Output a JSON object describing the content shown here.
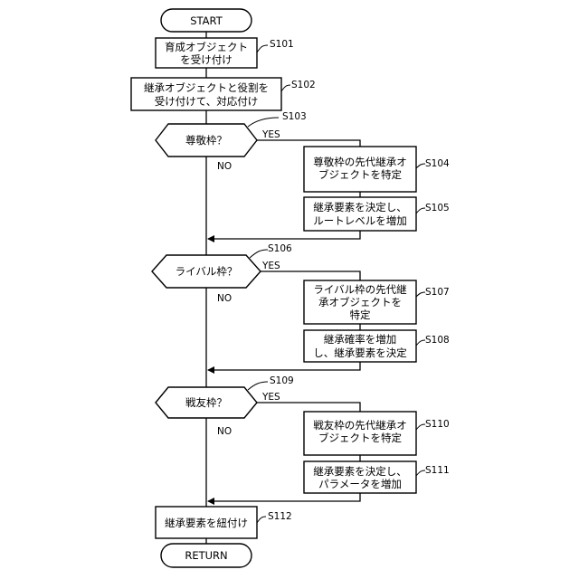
{
  "terminals": {
    "start": "START",
    "end": "RETURN"
  },
  "steps": {
    "s101": {
      "line1": "育成オブジェクト",
      "line2": "を受け付け",
      "label": "S101"
    },
    "s102": {
      "line1": "継承オブジェクトと役割を",
      "line2": "受け付けて、対応付け",
      "label": "S102"
    },
    "s103": {
      "text": "尊敬枠？",
      "label": "S103"
    },
    "s104": {
      "line1": "尊敬枠の先代継承オ",
      "line2": "ブジェクトを特定",
      "label": "S104"
    },
    "s105": {
      "line1": "継承要素を決定し、",
      "line2": "ルートレベルを増加",
      "label": "S105"
    },
    "s106": {
      "text": "ライバル枠？",
      "label": "S106"
    },
    "s107": {
      "line1": "ライバル枠の先代継",
      "line2": "承オブジェクトを",
      "line3": "特定",
      "label": "S107"
    },
    "s108": {
      "line1": "継承確率を増加",
      "line2": "し、継承要素を決定",
      "label": "S108"
    },
    "s109": {
      "text": "戦友枠？",
      "label": "S109"
    },
    "s110": {
      "line1": "戦友枠の先代継承オ",
      "line2": "ブジェクトを特定",
      "label": "S110"
    },
    "s111": {
      "line1": "継承要素を決定し、",
      "line2": "パラメータを増加",
      "label": "S111"
    },
    "s112": {
      "text": "継承要素を紐付け",
      "label": "S112"
    }
  },
  "branches": {
    "yes": "YES",
    "no": "NO"
  }
}
